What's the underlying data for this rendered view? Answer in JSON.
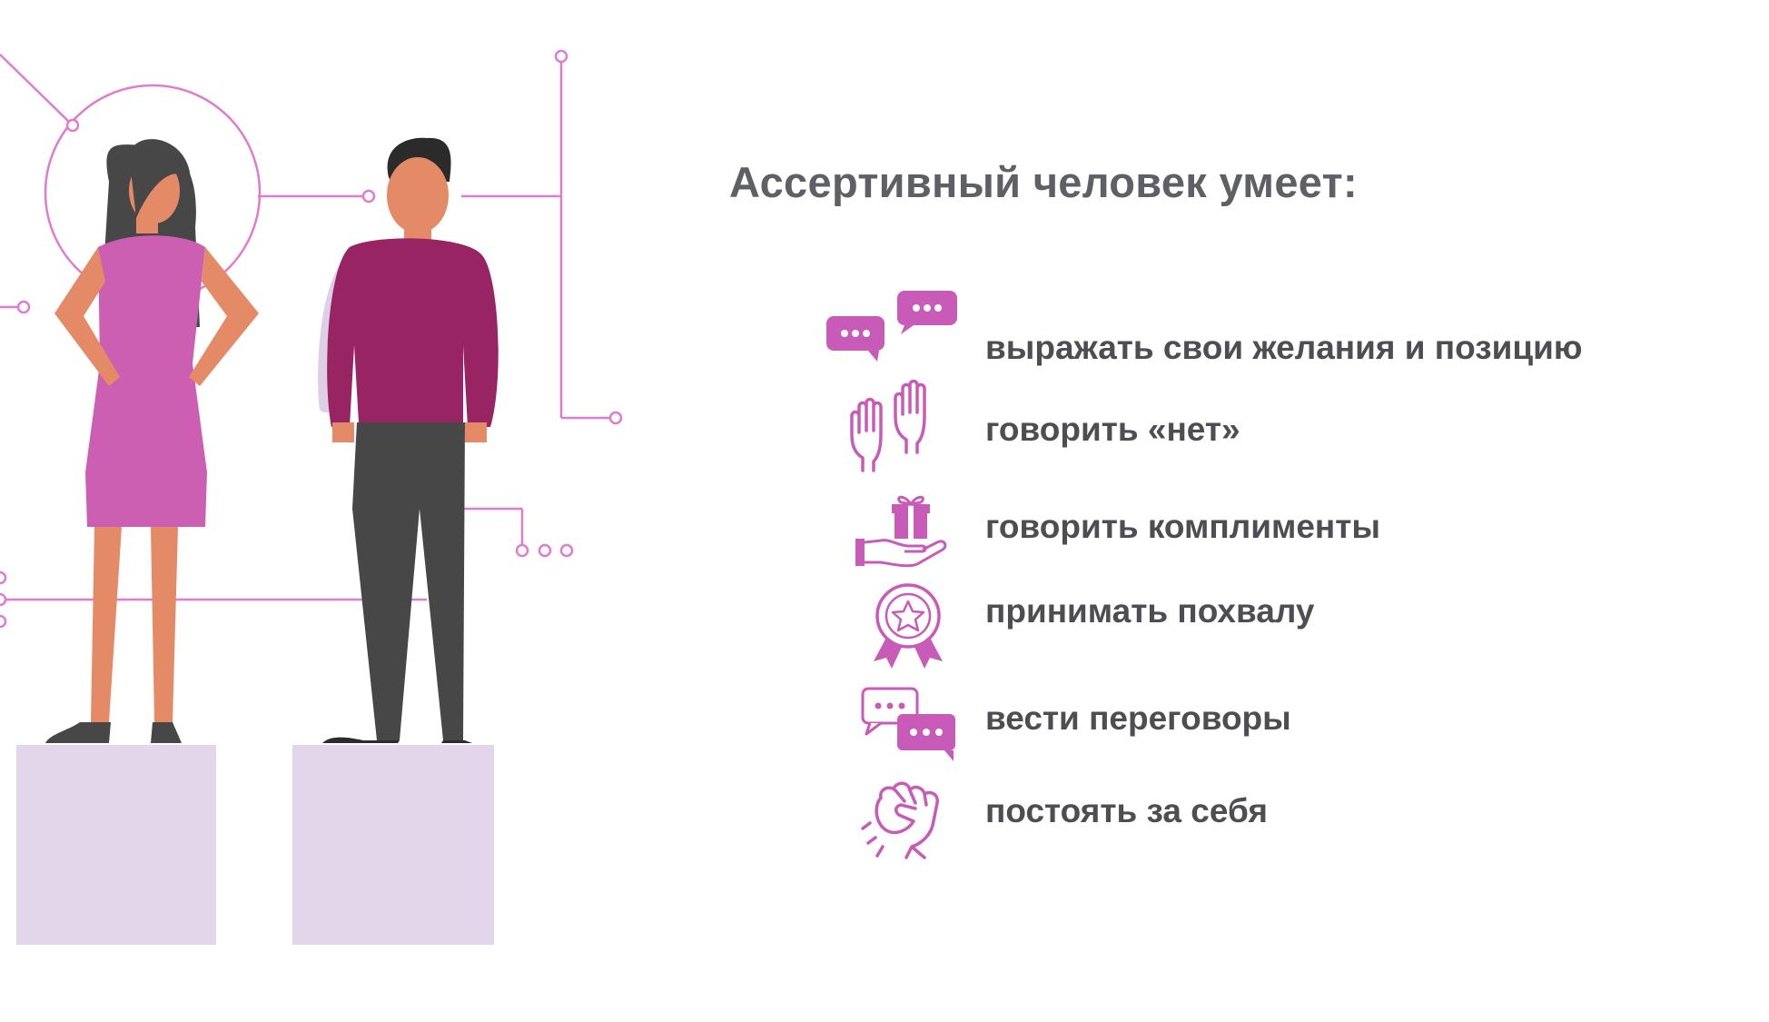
{
  "heading": "Ассертивный человек умеет:",
  "skills": [
    {
      "label": "выражать свои желания и позицию",
      "icon": "chat-bubbles-icon"
    },
    {
      "label": "говорить «нет»",
      "icon": "stop-hands-icon"
    },
    {
      "label": "говорить комплименты",
      "icon": "gift-in-hand-icon"
    },
    {
      "label": "принимать похвалу",
      "icon": "award-badge-icon"
    },
    {
      "label": "вести переговоры",
      "icon": "conversation-icon"
    },
    {
      "label": "постоять за себя",
      "icon": "fist-icon"
    }
  ],
  "colors": {
    "accent": "#c95bb8",
    "line": "#e07ccf",
    "dress": "#cd5fb3",
    "sweater": "#982464",
    "trousers": "#474747",
    "skin": "#e58a66",
    "pedestal": "#e3d6ea",
    "heading_text": "#5f5f66",
    "item_text": "#4d4d53"
  }
}
